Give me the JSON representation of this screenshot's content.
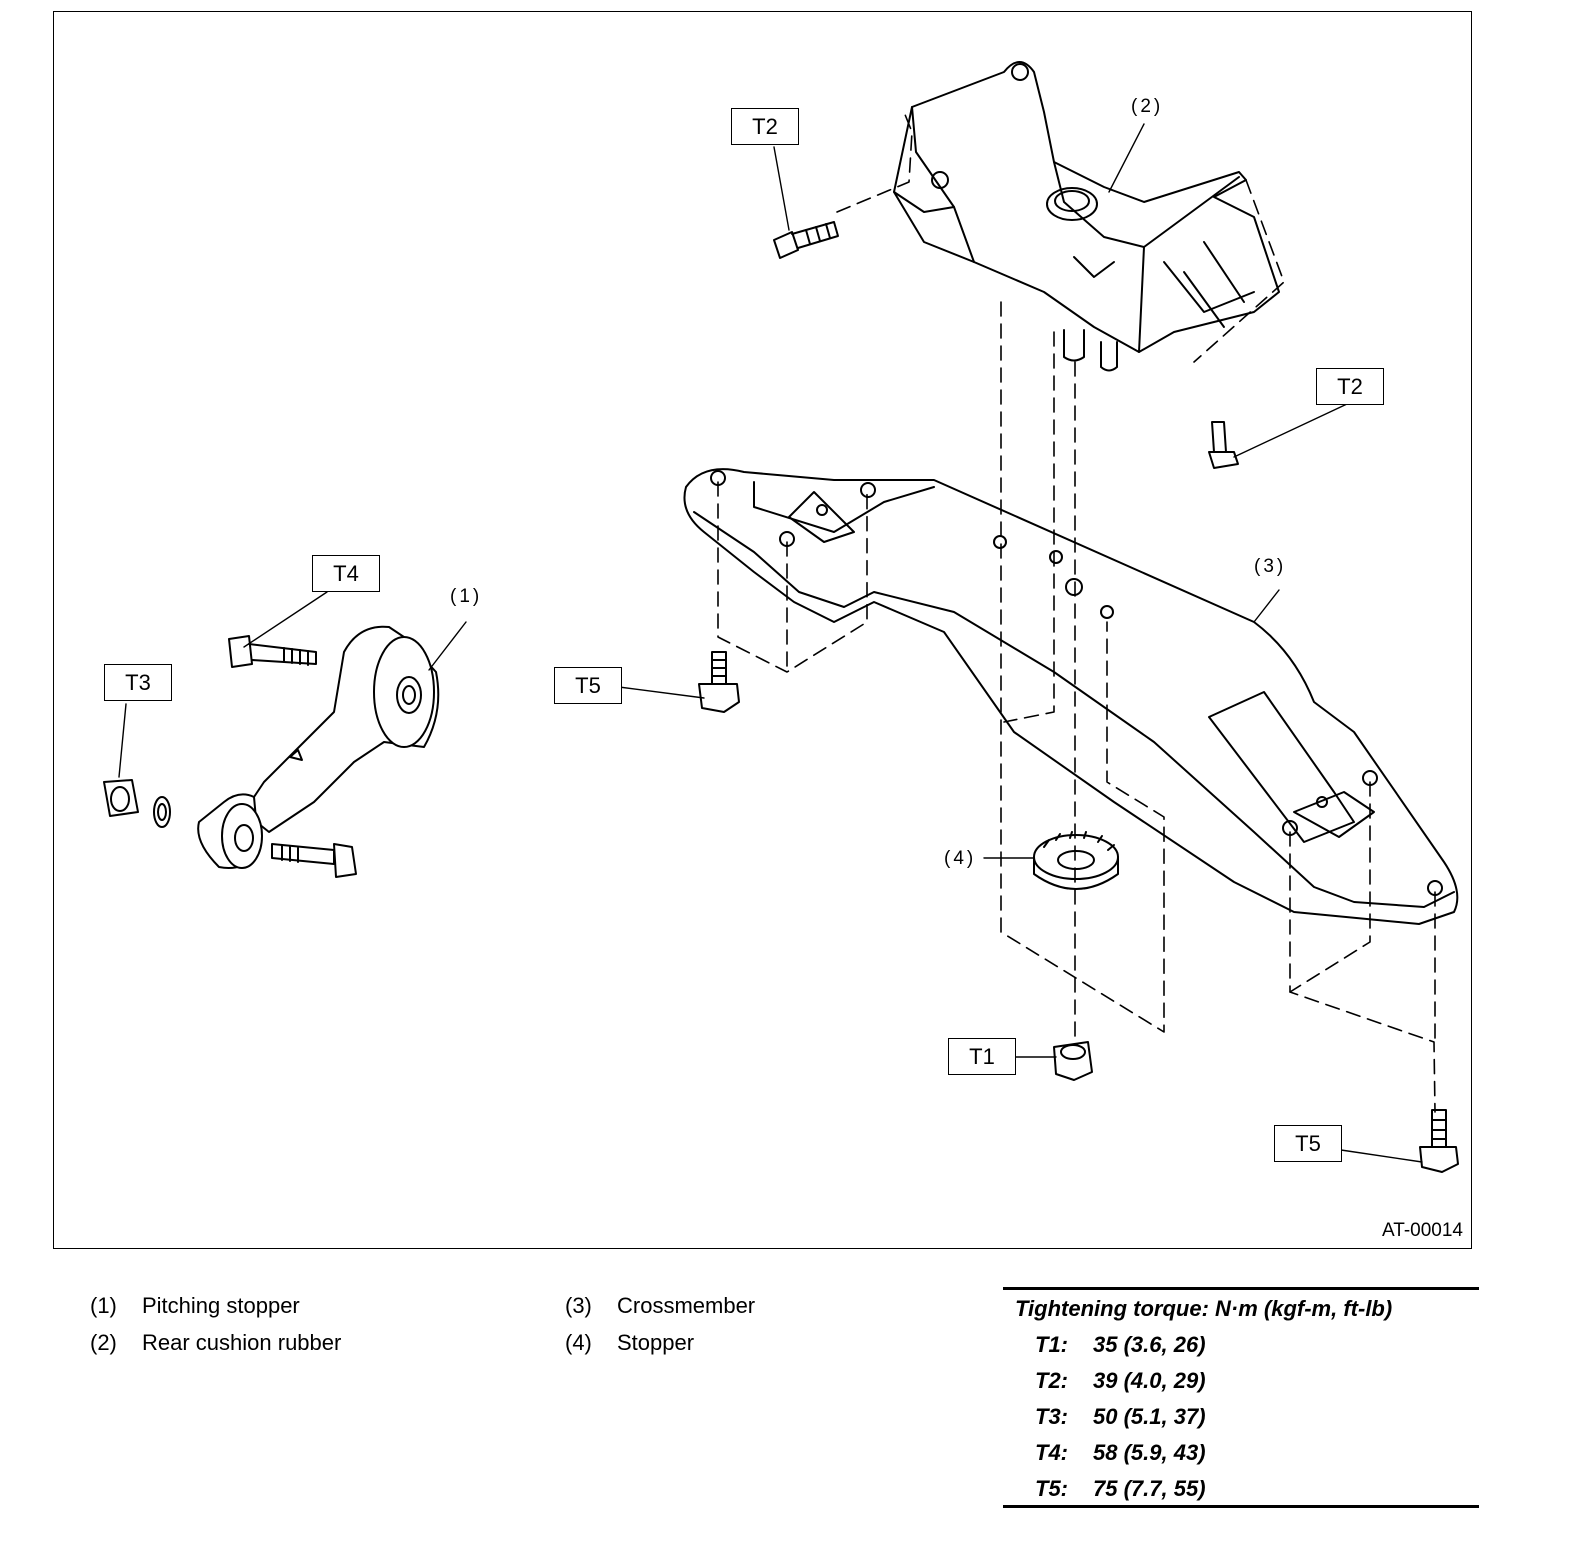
{
  "figure": {
    "id": "AT-00014",
    "tags": {
      "t2_top": "T2",
      "t2_right": "T2",
      "t4": "T4",
      "t3": "T3",
      "t5_left": "T5",
      "t1": "T1",
      "t5_right": "T5"
    },
    "callouts": {
      "c1": "(1)",
      "c2": "(2)",
      "c3": "(3)",
      "c4": "(4)"
    }
  },
  "legend": [
    {
      "num": "(1)",
      "label": "Pitching stopper"
    },
    {
      "num": "(2)",
      "label": "Rear cushion rubber"
    },
    {
      "num": "(3)",
      "label": "Crossmember"
    },
    {
      "num": "(4)",
      "label": "Stopper"
    }
  ],
  "torque": {
    "header": "Tightening torque: N·m (kgf-m, ft-lb)",
    "rows": [
      {
        "key": "T1:",
        "value": "35 (3.6, 26)"
      },
      {
        "key": "T2:",
        "value": "39 (4.0, 29)"
      },
      {
        "key": "T3:",
        "value": "50 (5.1, 37)"
      },
      {
        "key": "T4:",
        "value": "58 (5.9, 43)"
      },
      {
        "key": "T5:",
        "value": "75 (7.7, 55)"
      }
    ]
  }
}
